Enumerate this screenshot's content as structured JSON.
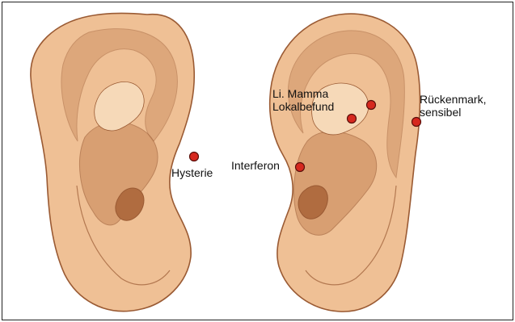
{
  "colors": {
    "skin_fill": "#efc095",
    "skin_light": "#f6d9b8",
    "skin_shadow": "#c98a5c",
    "outline": "#9a5a33",
    "dark_cavity": "#b06c40",
    "point_fill": "#d6281e",
    "point_stroke": "#5a0f0a"
  },
  "labels": {
    "hysterie": "Hysterie",
    "interferon": "Interferon",
    "mamma_line1": "Li. Mamma",
    "mamma_line2": "Lokalbefund",
    "ruecken_line1": "Rückenmark,",
    "ruecken_line2": "sensibel"
  },
  "points": [
    {
      "name": "hysterie-point",
      "ear": "left"
    },
    {
      "name": "interferon-point",
      "ear": "right"
    },
    {
      "name": "mamma-point-1",
      "ear": "right"
    },
    {
      "name": "mamma-point-2",
      "ear": "right"
    },
    {
      "name": "rueckenmark-point",
      "ear": "right"
    }
  ]
}
